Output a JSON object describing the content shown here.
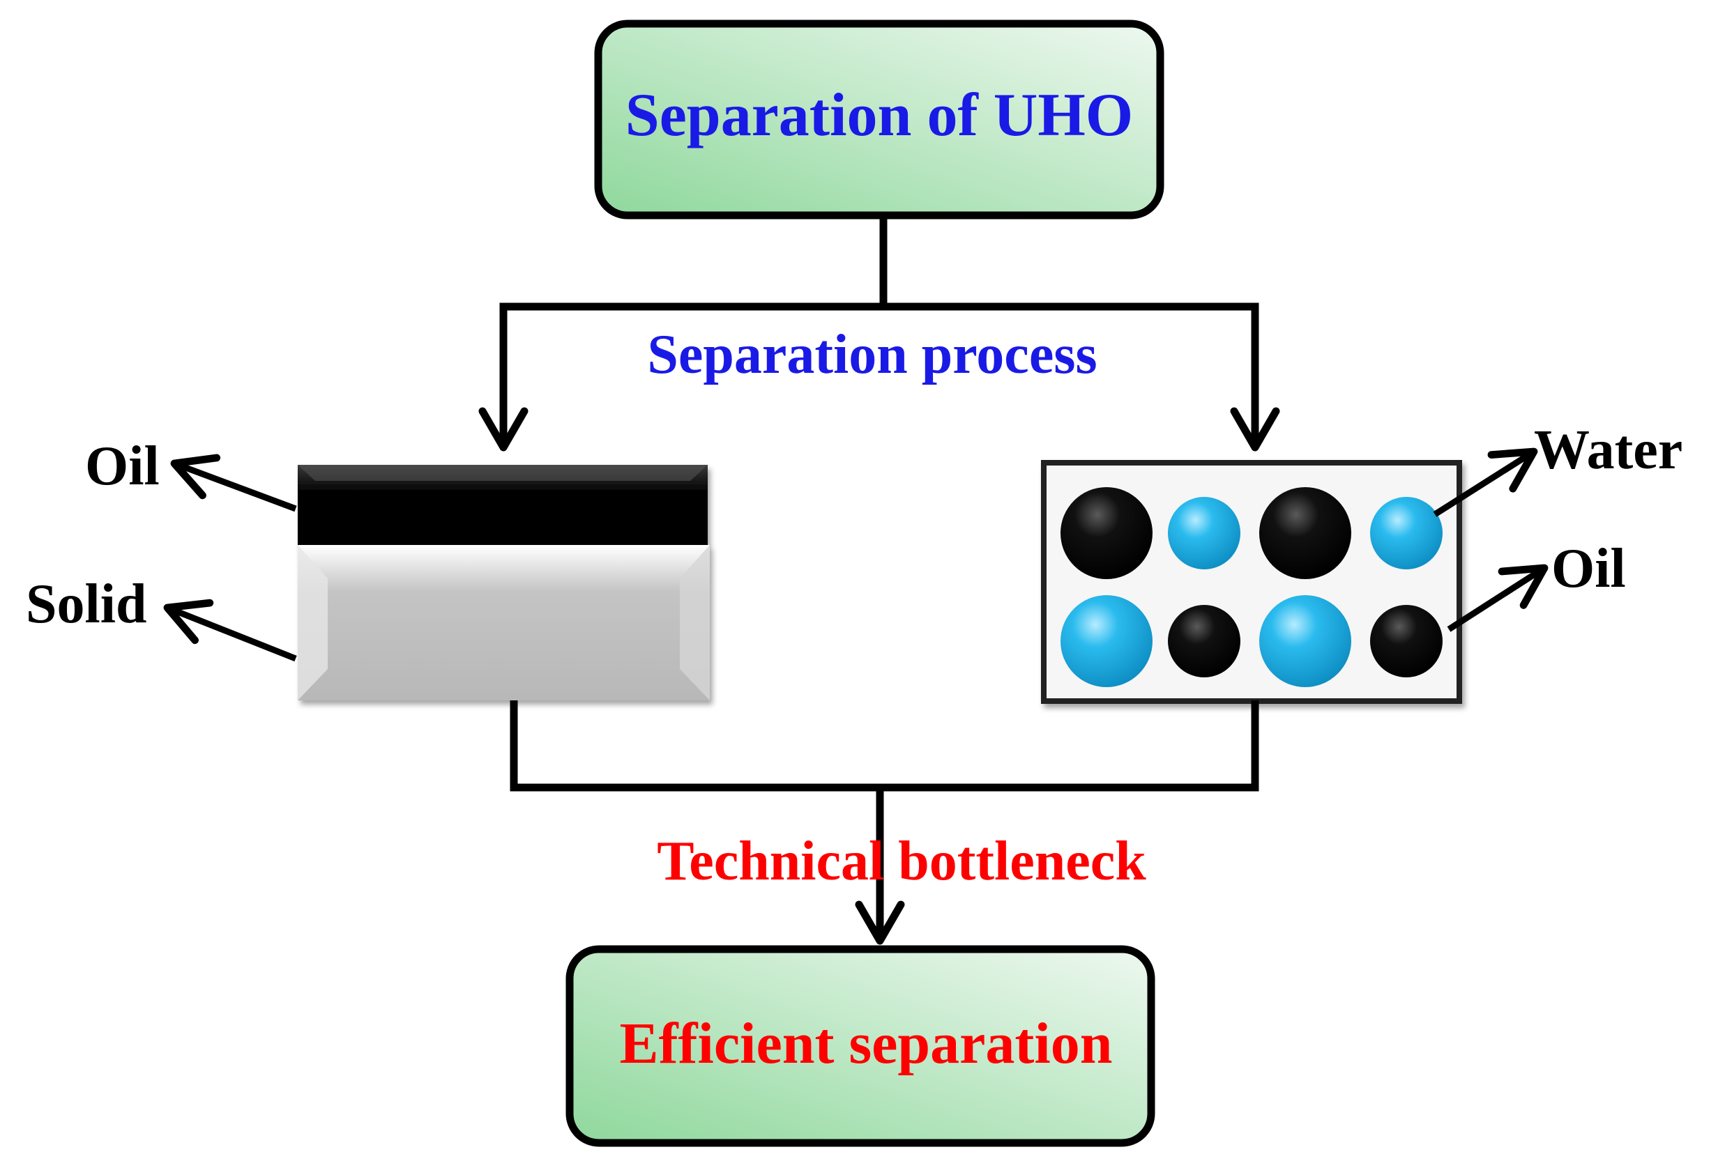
{
  "top_box": {
    "label": "Separation of UHO",
    "color": "#1a1ae6"
  },
  "split_label": {
    "text": "Separation process",
    "color": "#1a1ae6"
  },
  "merge_label": {
    "text": "Technical bottleneck",
    "color": "#ff0000"
  },
  "bottom_box": {
    "label": "Efficient separation",
    "color": "#ff0000"
  },
  "left_sample": {
    "type": "oil-solid-layers",
    "oil_label": "Oil",
    "solid_label": "Solid",
    "oil_color": "#000000",
    "solid_color": "#bdbdbd"
  },
  "right_sample": {
    "type": "oil-water-droplets",
    "water_label": "Water",
    "oil_label": "Oil",
    "water_color": "#1ab2e6",
    "oil_color": "#000000",
    "droplets_row1": [
      "oil",
      "water",
      "oil",
      "water"
    ],
    "droplets_row2": [
      "water",
      "oil",
      "water",
      "oil"
    ]
  },
  "colors": {
    "box_fill_light": "#eaf6ec",
    "box_fill_dark": "#9ad9a6",
    "line": "#000000"
  }
}
